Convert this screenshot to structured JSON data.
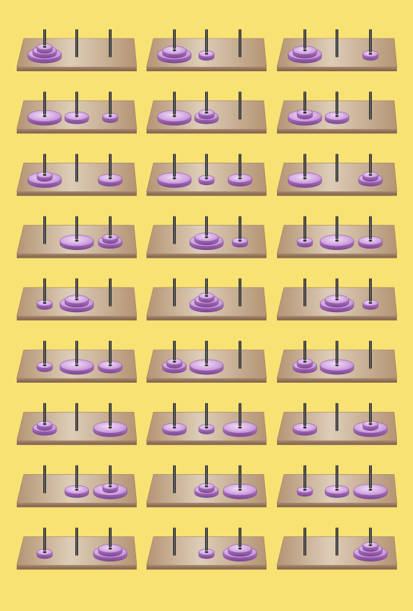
{
  "colors": {
    "background": "#f8e274",
    "board_light": "#ddcdb8",
    "board_dark": "#b49474",
    "board_edge": "#8e6f55",
    "peg": "#2a2a2a",
    "disk": "#c99ad8",
    "disk_dark": "#8a52a0"
  },
  "puzzle": {
    "pegs_per_board": 3,
    "disk_sizes": [
      "small",
      "medium",
      "large"
    ]
  },
  "states": [
    [
      [
        3,
        2,
        1
      ],
      [],
      []
    ],
    [
      [
        3,
        2
      ],
      [
        1
      ],
      []
    ],
    [
      [
        3,
        2
      ],
      [],
      [
        1
      ]
    ],
    [
      [
        3
      ],
      [
        2
      ],
      [
        1
      ]
    ],
    [
      [
        3
      ],
      [
        2,
        1
      ],
      []
    ],
    [
      [
        3,
        1
      ],
      [
        2
      ],
      []
    ],
    [
      [
        3,
        1
      ],
      [],
      [
        2
      ]
    ],
    [
      [
        3
      ],
      [
        1
      ],
      [
        2
      ]
    ],
    [
      [
        3
      ],
      [],
      [
        2,
        1
      ]
    ],
    [
      [],
      [
        3
      ],
      [
        2,
        1
      ]
    ],
    [
      [],
      [
        3,
        2
      ],
      [
        1
      ]
    ],
    [
      [
        1
      ],
      [
        3
      ],
      [
        2
      ]
    ],
    [
      [
        1
      ],
      [
        3,
        2
      ],
      []
    ],
    [
      [],
      [
        3,
        2,
        1
      ],
      []
    ],
    [
      [],
      [
        3,
        2
      ],
      [
        1
      ]
    ],
    [
      [
        1
      ],
      [
        3
      ],
      [
        2
      ]
    ],
    [
      [
        2,
        1
      ],
      [
        3
      ],
      []
    ],
    [
      [
        2,
        1
      ],
      [
        3
      ],
      []
    ],
    [
      [
        2,
        1
      ],
      [],
      [
        3
      ]
    ],
    [
      [
        2
      ],
      [
        1
      ],
      [
        3
      ]
    ],
    [
      [
        2
      ],
      [],
      [
        3,
        1
      ]
    ],
    [
      [],
      [
        2
      ],
      [
        3,
        1
      ]
    ],
    [
      [],
      [
        2,
        1
      ],
      [
        3
      ]
    ],
    [
      [
        1
      ],
      [
        2
      ],
      [
        3
      ]
    ],
    [
      [
        1
      ],
      [],
      [
        3,
        2
      ]
    ],
    [
      [],
      [
        1
      ],
      [
        3,
        2
      ]
    ],
    [
      [],
      [],
      [
        3,
        2,
        1
      ]
    ]
  ]
}
